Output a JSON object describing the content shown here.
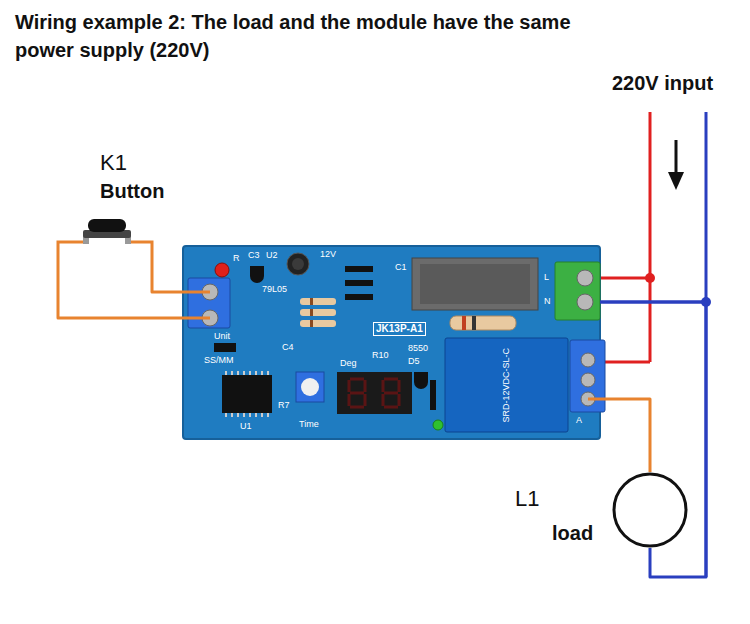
{
  "diagram": {
    "title": "Wiring example 2: The load and the module have the same power supply (220V)",
    "nodes": [
      {
        "text": [
          "K1",
          "Button"
        ]
      },
      {
        "text": [
          "JK13P-A1"
        ]
      },
      {
        "text": [
          "L1",
          "load"
        ]
      }
    ],
    "edges": [
      {
        "from": 0,
        "to": 1,
        "arrow": "none"
      },
      {
        "from": 0,
        "to": 1,
        "arrow": "none"
      },
      {
        "from": 1,
        "to": 2,
        "arrow": "none"
      },
      {
        "from": 2,
        "to": 1,
        "arrow": "none"
      }
    ],
    "labels": [
      "220V input",
      "R",
      "C3",
      "U2",
      "12V",
      "C1",
      "79L05",
      "Unit",
      "SS/MM",
      "C4",
      "Deg",
      "R10",
      "R7",
      "Time",
      "8550",
      "D5",
      "U1",
      "SRD-12VDC-SL-C",
      "L",
      "N",
      "A"
    ]
  }
}
